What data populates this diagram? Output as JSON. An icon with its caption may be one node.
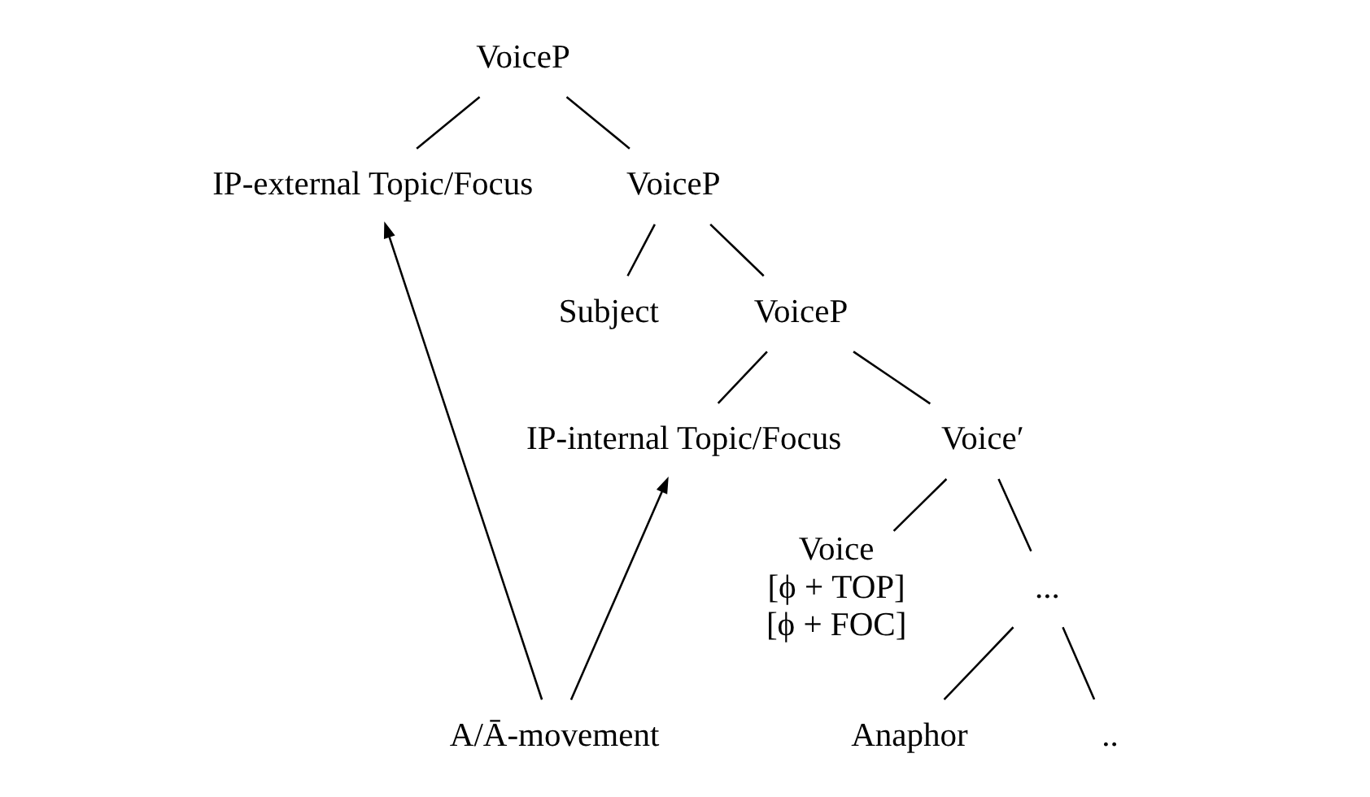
{
  "diagram": {
    "nodes": [
      {
        "text": [
          "VoiceP"
        ]
      },
      {
        "text": [
          "IP-external Topic/Focus"
        ]
      },
      {
        "text": [
          "VoiceP"
        ]
      },
      {
        "text": [
          "Subject"
        ]
      },
      {
        "text": [
          "VoiceP"
        ]
      },
      {
        "text": [
          "IP-internal Topic/Focus"
        ]
      },
      {
        "text": [
          "Voice′"
        ]
      },
      {
        "text": [
          "Voice",
          "[ϕ + TOP]",
          "[ϕ + FOC]"
        ]
      },
      {
        "text": [
          "..."
        ]
      },
      {
        "text": [
          "Anaphor"
        ]
      },
      {
        "text": [
          ".."
        ]
      },
      {
        "text": [
          "A/Ā-movement"
        ]
      }
    ],
    "edges": [
      {
        "from": 0,
        "to": 1,
        "arrow": "none"
      },
      {
        "from": 0,
        "to": 2,
        "arrow": "none"
      },
      {
        "from": 2,
        "to": 3,
        "arrow": "none"
      },
      {
        "from": 2,
        "to": 4,
        "arrow": "none"
      },
      {
        "from": 4,
        "to": 5,
        "arrow": "none"
      },
      {
        "from": 4,
        "to": 6,
        "arrow": "none"
      },
      {
        "from": 6,
        "to": 7,
        "arrow": "none"
      },
      {
        "from": 6,
        "to": 8,
        "arrow": "none"
      },
      {
        "from": 8,
        "to": 9,
        "arrow": "none"
      },
      {
        "from": 8,
        "to": 10,
        "arrow": "none"
      },
      {
        "from": 11,
        "to": 1,
        "arrow": "to"
      },
      {
        "from": 11,
        "to": 5,
        "arrow": "to"
      }
    ]
  }
}
